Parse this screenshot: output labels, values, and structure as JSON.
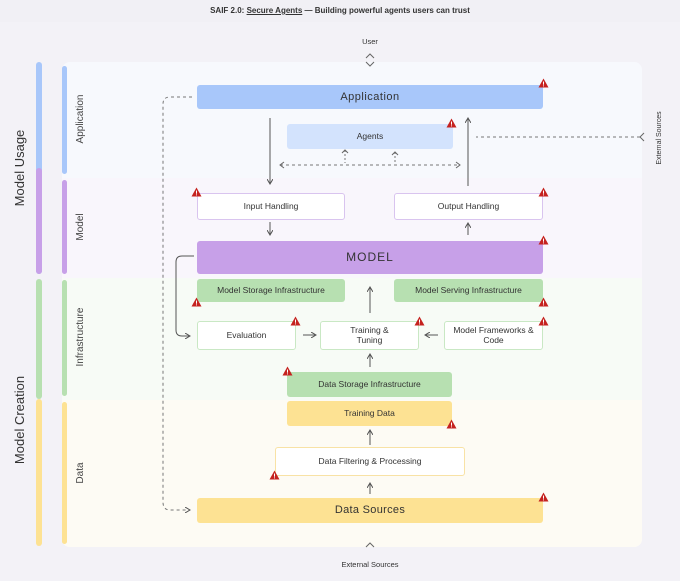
{
  "header": {
    "prefix": "SAIF 2.0:",
    "link": "Secure Agents",
    "suffix": "— Building powerful agents users can trust"
  },
  "top_input": "User",
  "bottom_input": "External Sources",
  "side_input": "External Sources",
  "groups": {
    "usage": "Model Usage",
    "creation": "Model Creation"
  },
  "layers": {
    "application": "Application",
    "model": "Model",
    "infrastructure": "Infrastructure",
    "data": "Data"
  },
  "components": {
    "application": "Application",
    "agents": "Agents",
    "input_handling": "Input Handling",
    "output_handling": "Output Handling",
    "model": "MODEL",
    "model_storage": "Model Storage Infrastructure",
    "model_serving": "Model Serving Infrastructure",
    "evaluation": "Evaluation",
    "training_tuning": "Training & Tuning",
    "model_frameworks": "Model Frameworks & Code",
    "data_storage": "Data Storage Infrastructure",
    "training_data": "Training Data",
    "data_filtering": "Data Filtering & Processing",
    "data_sources": "Data Sources"
  },
  "colors": {
    "application": "#a8c7fa",
    "agents": "#d3e3fd",
    "model": "#c7a0e8",
    "infrastructure": "#b7e0b1",
    "data": "#fde293",
    "risk": "#c5221f"
  },
  "icons": {
    "risk": "warning-triangle-icon",
    "arrow": "arrow-icon",
    "chevron": "chevron-icon"
  }
}
